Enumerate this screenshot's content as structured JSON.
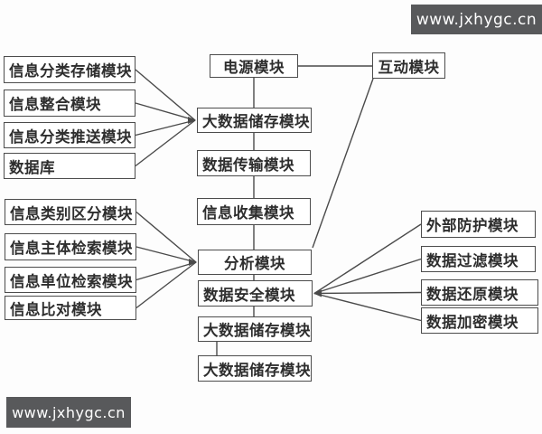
{
  "watermarks": {
    "top": {
      "text": "www.jxhygc.cn"
    },
    "bottom": {
      "text": "www.jxhygc.cn"
    }
  },
  "colors": {
    "background": "#fdfdfd",
    "box_border": "#4c4c4c",
    "box_text": "#2e2e2e",
    "line": "#4a4a4a",
    "watermark_bg": "#58595b",
    "watermark_text": "#ffffff"
  },
  "diagram": {
    "nodes": [
      {
        "id": "info-classify-storage",
        "label": "信息分类存储模块"
      },
      {
        "id": "info-integration",
        "label": "信息整合模块"
      },
      {
        "id": "info-classify-push",
        "label": "信息分类推送模块"
      },
      {
        "id": "database",
        "label": "数据库"
      },
      {
        "id": "info-category",
        "label": "信息类别区分模块"
      },
      {
        "id": "info-subject-search",
        "label": "信息主体检索模块"
      },
      {
        "id": "info-unit-search",
        "label": "信息单位检索模块"
      },
      {
        "id": "info-compare",
        "label": "信息比对模块"
      },
      {
        "id": "power",
        "label": "电源模块"
      },
      {
        "id": "bigdata-storage-1",
        "label": "大数据储存模块"
      },
      {
        "id": "data-transmission",
        "label": "数据传输模块"
      },
      {
        "id": "info-collection",
        "label": "信息收集模块"
      },
      {
        "id": "analysis",
        "label": "分析模块"
      },
      {
        "id": "data-security",
        "label": "数据安全模块"
      },
      {
        "id": "bigdata-storage-2",
        "label": "大数据储存模块"
      },
      {
        "id": "bigdata-storage-3",
        "label": "大数据储存模块"
      },
      {
        "id": "interaction",
        "label": "互动模块"
      },
      {
        "id": "external-protection",
        "label": "外部防护模块"
      },
      {
        "id": "data-filter",
        "label": "数据过滤模块"
      },
      {
        "id": "data-restore",
        "label": "数据还原模块"
      },
      {
        "id": "data-encrypt",
        "label": "数据加密模块"
      }
    ],
    "edges": [
      {
        "from": "power",
        "to": "interaction",
        "type": "h"
      },
      {
        "from": "power",
        "to": "bigdata-storage-1",
        "type": "v"
      },
      {
        "from": "bigdata-storage-1",
        "to": "data-transmission",
        "type": "v"
      },
      {
        "from": "data-transmission",
        "to": "info-collection",
        "type": "v"
      },
      {
        "from": "info-collection",
        "to": "analysis",
        "type": "v"
      },
      {
        "from": "analysis",
        "to": "data-security",
        "type": "v"
      },
      {
        "from": "data-security",
        "to": "bigdata-storage-2",
        "type": "v"
      },
      {
        "from": "bigdata-storage-2",
        "to": "bigdata-storage-3",
        "type": "v"
      },
      {
        "from": "interaction",
        "to": "analysis",
        "type": "diag"
      },
      {
        "from": "info-classify-storage",
        "to": "bigdata-storage-1",
        "type": "fan"
      },
      {
        "from": "info-integration",
        "to": "bigdata-storage-1",
        "type": "fan"
      },
      {
        "from": "info-classify-push",
        "to": "bigdata-storage-1",
        "type": "fan"
      },
      {
        "from": "database",
        "to": "bigdata-storage-1",
        "type": "fan"
      },
      {
        "from": "info-category",
        "to": "analysis",
        "type": "fan"
      },
      {
        "from": "info-subject-search",
        "to": "analysis",
        "type": "fan"
      },
      {
        "from": "info-unit-search",
        "to": "analysis",
        "type": "fan"
      },
      {
        "from": "info-compare",
        "to": "analysis",
        "type": "fan"
      },
      {
        "from": "external-protection",
        "to": "data-security",
        "type": "fan"
      },
      {
        "from": "data-filter",
        "to": "data-security",
        "type": "fan"
      },
      {
        "from": "data-restore",
        "to": "data-security",
        "type": "fan"
      },
      {
        "from": "data-encrypt",
        "to": "data-security",
        "type": "fan"
      }
    ]
  }
}
